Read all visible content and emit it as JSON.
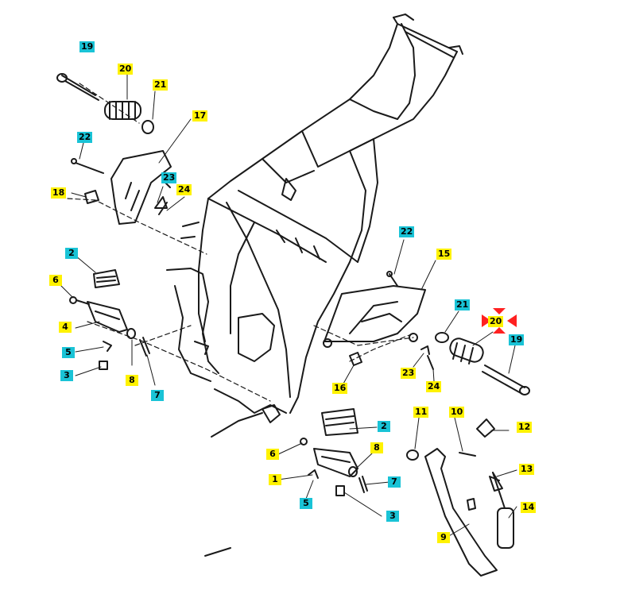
{
  "callouts": [
    {
      "id": "c19a",
      "text": "19",
      "color": "cyan"
    },
    {
      "id": "c20a",
      "text": "20",
      "color": "yellow"
    },
    {
      "id": "c21a",
      "text": "21",
      "color": "yellow"
    },
    {
      "id": "c17",
      "text": "17",
      "color": "yellow"
    },
    {
      "id": "c22a",
      "text": "22",
      "color": "cyan"
    },
    {
      "id": "c23a",
      "text": "23",
      "color": "cyan"
    },
    {
      "id": "c24a",
      "text": "24",
      "color": "yellow"
    },
    {
      "id": "c18",
      "text": "18",
      "color": "yellow"
    },
    {
      "id": "c2a",
      "text": "2",
      "color": "cyan"
    },
    {
      "id": "c6a",
      "text": "6",
      "color": "yellow"
    },
    {
      "id": "c4",
      "text": "4",
      "color": "yellow"
    },
    {
      "id": "c5a",
      "text": "5",
      "color": "cyan"
    },
    {
      "id": "c3a",
      "text": "3",
      "color": "cyan"
    },
    {
      "id": "c8a",
      "text": "8",
      "color": "yellow"
    },
    {
      "id": "c7a",
      "text": "7",
      "color": "cyan"
    },
    {
      "id": "c22b",
      "text": "22",
      "color": "cyan"
    },
    {
      "id": "c15",
      "text": "15",
      "color": "yellow"
    },
    {
      "id": "c21b",
      "text": "21",
      "color": "cyan"
    },
    {
      "id": "c20b",
      "text": "20",
      "color": "yellow"
    },
    {
      "id": "c19b",
      "text": "19",
      "color": "cyan"
    },
    {
      "id": "c16",
      "text": "16",
      "color": "yellow"
    },
    {
      "id": "c23b",
      "text": "23",
      "color": "yellow"
    },
    {
      "id": "c24b",
      "text": "24",
      "color": "yellow"
    },
    {
      "id": "c11",
      "text": "11",
      "color": "yellow"
    },
    {
      "id": "c10",
      "text": "10",
      "color": "yellow"
    },
    {
      "id": "c12",
      "text": "12",
      "color": "yellow"
    },
    {
      "id": "c2b",
      "text": "2",
      "color": "cyan"
    },
    {
      "id": "c6b",
      "text": "6",
      "color": "yellow"
    },
    {
      "id": "c8b",
      "text": "8",
      "color": "yellow"
    },
    {
      "id": "c7b",
      "text": "7",
      "color": "cyan"
    },
    {
      "id": "c1",
      "text": "1",
      "color": "yellow"
    },
    {
      "id": "c5b",
      "text": "5",
      "color": "cyan"
    },
    {
      "id": "c3b",
      "text": "3",
      "color": "cyan"
    },
    {
      "id": "c13",
      "text": "13",
      "color": "yellow"
    },
    {
      "id": "c14",
      "text": "14",
      "color": "yellow"
    },
    {
      "id": "c9",
      "text": "9",
      "color": "yellow"
    }
  ],
  "colors": {
    "cyan": "#19c3d6",
    "yellow": "#fff200",
    "line": "#1a1a1a",
    "highlight": "#ff2020"
  },
  "highlight_icon": "selected-part-marker-icon"
}
